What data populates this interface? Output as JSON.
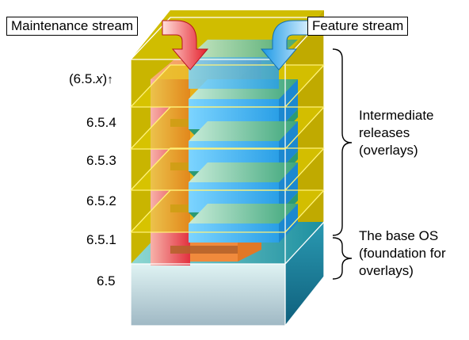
{
  "labels": {
    "maintenance_stream": "Maintenance stream",
    "feature_stream": "Feature stream",
    "intermediate": [
      "Intermediate",
      "releases",
      "(overlays)"
    ],
    "base": [
      "The base OS",
      "(foundation for",
      "overlays)"
    ]
  },
  "versions": {
    "next_prefix": "(6.5.",
    "next_var": "x",
    "next_suffix": ")",
    "arrow": "↑",
    "levels": [
      "6.5.4",
      "6.5.3",
      "6.5.2",
      "6.5.1",
      "6.5"
    ]
  },
  "colors": {
    "maintenance": "#e8404a",
    "maintenance_orange": "#f28a3a",
    "feature": "#3cb2ee",
    "feature_green": "#4fb88a",
    "shelf": "#d9c400",
    "base": "#5fc6c6"
  }
}
